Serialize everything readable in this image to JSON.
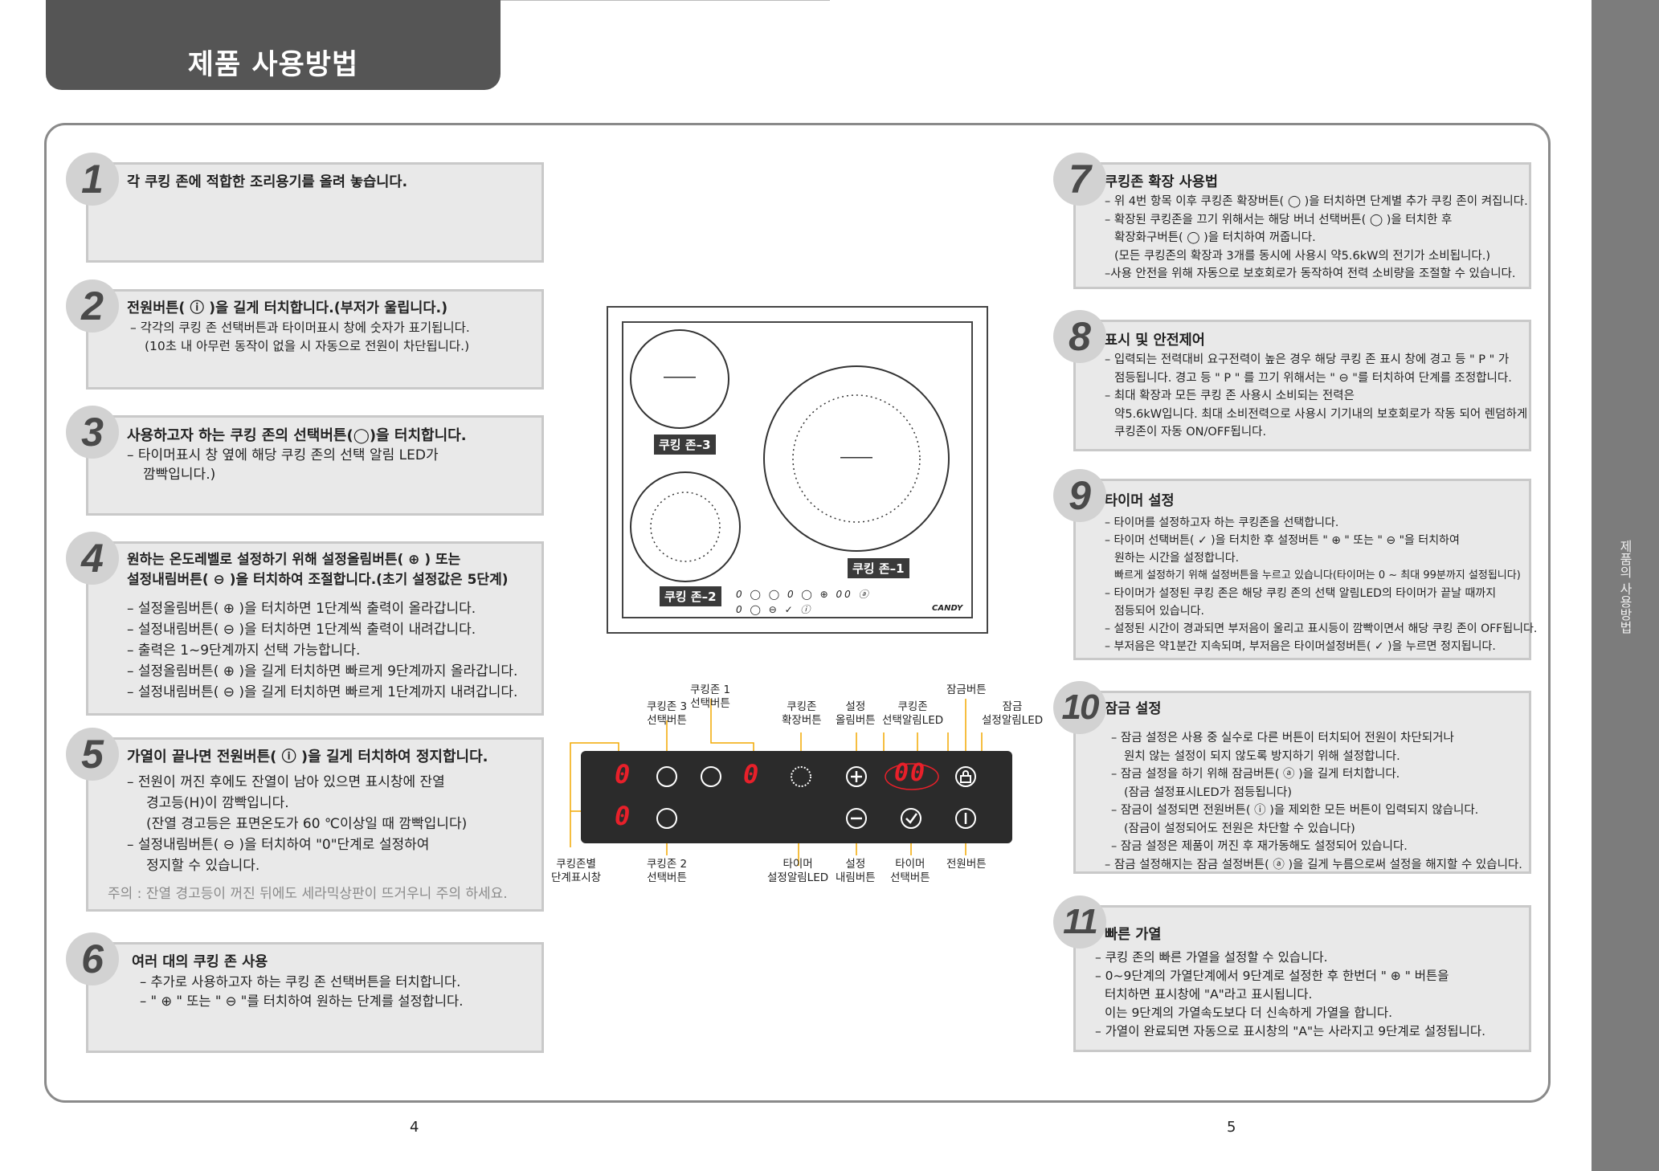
{
  "header": {
    "title": "제품 사용방법"
  },
  "sidebar": {
    "label": "제품의 사용방법"
  },
  "pages": {
    "left": "4",
    "right": "5"
  },
  "steps": {
    "s1": {
      "num": "1",
      "title": "각 쿠킹 존에 적합한 조리용기를 올려 놓습니다."
    },
    "s2": {
      "num": "2",
      "title": "전원버튼( ⓘ )을 길게 터치합니다.(부저가 울립니다.)",
      "lines": [
        "– 각각의 쿠킹 존 선택버튼과 타이머표시 창에 숫자가 표기됩니다.",
        "(10초 내 아무런 동작이 없을 시 자동으로 전원이 차단됩니다.)"
      ]
    },
    "s3": {
      "num": "3",
      "title": "사용하고자 하는 쿠킹 존의 선택버튼(◯)을 터치합니다.",
      "lines": [
        "– 타이머표시 창 옆에 해당 쿠킹 존의 선택 알림 LED가",
        "깜빡입니다.)"
      ]
    },
    "s4": {
      "num": "4",
      "title1": "원하는 온도레벨로 설정하기 위해 설정올림버튼( ⊕ ) 또는",
      "title2": "설정내림버튼( ⊖ )을 터치하여 조절합니다.(초기 설정값은 5단계)",
      "lines": [
        "– 설정올림버튼( ⊕ )을 터치하면 1단계씩 출력이 올라갑니다.",
        "– 설정내림버튼( ⊖ )을 터치하면 1단계씩 출력이 내려갑니다.",
        "– 출력은 1~9단계까지 선택 가능합니다.",
        "– 설정올림버튼( ⊕ )을 길게 터치하면 빠르게 9단계까지 올라갑니다.",
        "– 설정내림버튼( ⊖ )을 길게 터치하면 빠르게 1단계까지 내려갑니다."
      ]
    },
    "s5": {
      "num": "5",
      "title": "가열이 끝나면 전원버튼( ⓘ )을 길게 터치하여 정지합니다.",
      "lines": [
        "– 전원이 꺼진 후에도 잔열이 남아 있으면 표시창에 잔열",
        "경고등(H)이 깜빡입니다.",
        "(잔열 경고등은 표면온도가 60 ℃이상일 때 깜빡입니다)",
        "– 설정내림버튼( ⊖ )을 터치하여 \"0\"단계로 설정하여",
        "정지할 수 있습니다."
      ],
      "note": "주의 : 잔열 경고등이 꺼진 뒤에도 세라믹상판이 뜨거우니 주의 하세요."
    },
    "s6": {
      "num": "6",
      "title": "여러 대의 쿠킹 존 사용",
      "lines": [
        "– 추가로 사용하고자 하는 쿠킹 존 선택버튼을 터치합니다.",
        "– \" ⊕ \" 또는 \" ⊖ \"를 터치하여 원하는 단계를 설정합니다."
      ]
    },
    "s7": {
      "num": "7",
      "title": "쿠킹존 확장 사용법",
      "lines": [
        "– 위 4번 항목 이후 쿠킹존 확장버튼( ◯ )을 터치하면 단계별 추가 쿠킹 존이 켜집니다.",
        "– 확장된 쿠킹존을 끄기 위해서는 해당 버너 선택버튼( ◯ )을 터치한 후",
        "확장화구버튼( ◯ )을 터치하여 꺼줍니다.",
        "(모든 쿠킹존의 확장과 3개를 동시에 사용시 약5.6kW의 전기가 소비됩니다.)",
        "–사용 안전을 위해 자동으로 보호회로가 동작하여 전력 소비량을 조절할 수 있습니다."
      ]
    },
    "s8": {
      "num": "8",
      "title": "표시 및 안전제어",
      "lines": [
        "– 입력되는 전력대비 요구전력이 높은 경우 해당 쿠킹 존 표시 창에 경고 등 \" P \" 가",
        "점등됩니다. 경고 등 \" P \" 를 끄기 위해서는 \" ⊖ \"를 터치하여 단계를 조정합니다.",
        "– 최대 확장과 모든 쿠킹 존 사용시 소비되는 전력은",
        "약5.6kW입니다. 최대 소비전력으로 사용시 기기내의 보호회로가 작동 되어 렌덤하게",
        "쿠킹존이 자동 ON/OFF됩니다."
      ]
    },
    "s9": {
      "num": "9",
      "title": "타이머 설정",
      "lines": [
        "– 타이머를 설정하고자 하는 쿠킹존을 선택합니다.",
        "– 타이머 선택버튼( ✓ )을 터치한 후 설정버튼 \" ⊕ \" 또는 \" ⊖ \"을 터치하여",
        "원하는 시간을 설정합니다.",
        "빠르게 설정하기 위해 설정버튼을 누르고 있습니다(타이머는 0 ~ 최대 99분까지 설정됩니다)",
        "– 타이머가 설정된 쿠킹 존은 해당 쿠킹 존의 선택 알림LED의 타이머가 끝날 때까지",
        "점등되어 있습니다.",
        "– 설정된 시간이 경과되면 부저음이 울리고 표시등이 깜빡이면서 해당 쿠킹 존이 OFF됩니다.",
        "– 부저음은 약1분간 지속되며, 부저음은 타이머설정버튼( ✓ )을 누르면 정지됩니다."
      ]
    },
    "s10": {
      "num": "10",
      "title": "잠금 설정",
      "lines": [
        "– 잠금 설정은 사용 중 실수로 다른 버튼이 터치되어 전원이 차단되거나",
        "원치 않는 설정이 되지 않도록 방지하기 위해 설정합니다.",
        "– 잠금 설정을 하기 위해 잠금버튼( ⓐ )을 길게 터치합니다.",
        "(잠금 설정표시LED가 점등됩니다)",
        "– 잠금이 설정되면 전원버튼( ⓘ )을 제외한 모든 버튼이 입력되지 않습니다.",
        "(잠금이 설정되어도 전원은 차단할 수 있습니다)",
        "– 잠금 설정은 제품이 꺼진 후 재가동해도 설정되어 있습니다.",
        "– 잠금 설정해지는 잠금 설정버튼( ⓐ )을 길게 누름으로써 설정을 해지할 수 있습니다."
      ]
    },
    "s11": {
      "num": "11",
      "title": "빠른 가열",
      "lines": [
        "– 쿠킹 존의 빠른 가열을 설정할 수 있습니다.",
        "– 0~9단계의 가열단계에서 9단계로 설정한 후 한번더 \" ⊕ \" 버튼을",
        "터치하면 표시창에 \"A\"라고 표시됩니다.",
        "이는 9단계의 가열속도보다 더 신속하게 가열을 합니다.",
        "– 가열이 완료되면 자동으로 표시창의 \"A\"는 사라지고 9단계로 설정됩니다."
      ]
    }
  },
  "cooktop": {
    "zone1": "쿠킹 존–1",
    "zone2": "쿠킹 존–2",
    "zone3": "쿠킹 존–3",
    "brand": "CANDY",
    "mini_top": "0 ◯ ◯ 0 ◯ ⊕ 00 ⓐ",
    "mini_bottom": "0 ◯ ⊖ ✓ ⓘ"
  },
  "control_panel": {
    "display_left_top": "0",
    "display_left_bottom": "0",
    "display_mid": "0",
    "display_timer": "00",
    "labels": {
      "zone1_btn_a": "쿠킹존 1",
      "zone1_btn_b": "선택버튼",
      "zone3_btn_a": "쿠킹존 3",
      "zone3_btn_b": "선택버튼",
      "expand_a": "쿠킹존",
      "expand_b": "확장버튼",
      "up_a": "설정",
      "up_b": "올림버튼",
      "led_a": "쿠킹존",
      "led_b": "선택알림LED",
      "lock_btn": "잠금버튼",
      "lock_led_a": "잠금",
      "lock_led_b": "설정알림LED",
      "zone_disp_a": "쿠킹존별",
      "zone_disp_b": "단계표시창",
      "zone2_btn_a": "쿠킹존 2",
      "zone2_btn_b": "선택버튼",
      "timer_led_a": "타이머",
      "timer_led_b": "설정알림LED",
      "down_a": "설정",
      "down_b": "내림버튼",
      "timer_btn_a": "타이머",
      "timer_btn_b": "선택버튼",
      "power_btn": "전원버튼"
    }
  },
  "colors": {
    "header_bg": "#555555",
    "step_bg": "#e9e9e9",
    "badge": "#d2d2d2",
    "display_red": "#e8202a",
    "accent_line": "#f2a900"
  }
}
